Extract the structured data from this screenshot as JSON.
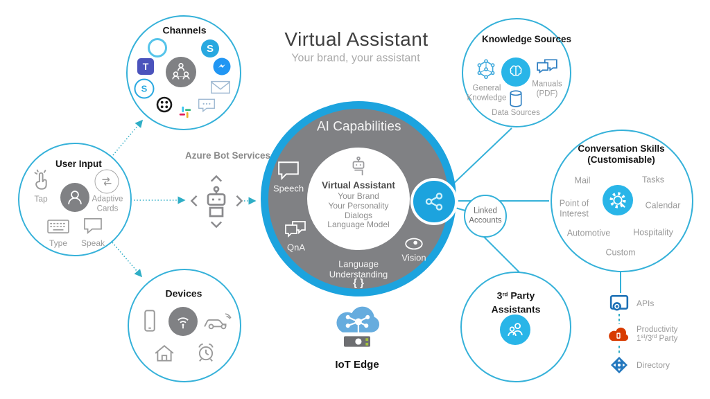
{
  "header": {
    "title": "Virtual Assistant",
    "subtitle": "Your brand, your assistant"
  },
  "channels": {
    "title": "Channels"
  },
  "user_input": {
    "title": "User Input",
    "tap": "Tap",
    "adaptive": "Adaptive Cards",
    "type": "Type",
    "speak": "Speak"
  },
  "devices": {
    "title": "Devices"
  },
  "azure_bot": {
    "title": "Azure Bot Services"
  },
  "ai": {
    "title": "AI Capabilities",
    "speech": "Speech",
    "qna": "QnA",
    "vision": "Vision",
    "language_understanding": "Language Understanding",
    "braces": "{ }",
    "core": {
      "title": "Virtual Assistant",
      "line1": "Your Brand",
      "line2": "Your Personality",
      "line3": "Dialogs",
      "line4": "Language Model"
    }
  },
  "linked_accounts": {
    "label": "Linked Accounts"
  },
  "knowledge": {
    "title": "Knowledge Sources",
    "general": "General Knowledge",
    "manuals": "Manuals (PDF)",
    "data": "Data Sources"
  },
  "skills": {
    "title": "Conversation Skills",
    "subtitle": "(Customisable)",
    "items": [
      "Mail",
      "Tasks",
      "Point of Interest",
      "Calendar",
      "Automotive",
      "Hospitality",
      "Custom"
    ]
  },
  "third_party": {
    "num": "3",
    "sup": "rd",
    "rest": " Party",
    "line2": "Assistants"
  },
  "integrations": {
    "apis": "APIs",
    "productivity": "Productivity",
    "p1": "1",
    "s1": "st",
    "p2": "/3",
    "s2": "rd",
    "p3": " Party",
    "directory": "Directory"
  },
  "iot": {
    "label": "IoT Edge"
  },
  "colors": {
    "accent_blue": "#1CA3DE",
    "circle_border_cyan": "#35B1D9",
    "icon_badge_cyan": "#29B5E8",
    "core_gray": "#808184",
    "arrow_teal": "#2FAEC6",
    "productivity_orange": "#D83B01",
    "directory_blue": "#2478BE",
    "apis_blue": "#1B6FB5"
  }
}
